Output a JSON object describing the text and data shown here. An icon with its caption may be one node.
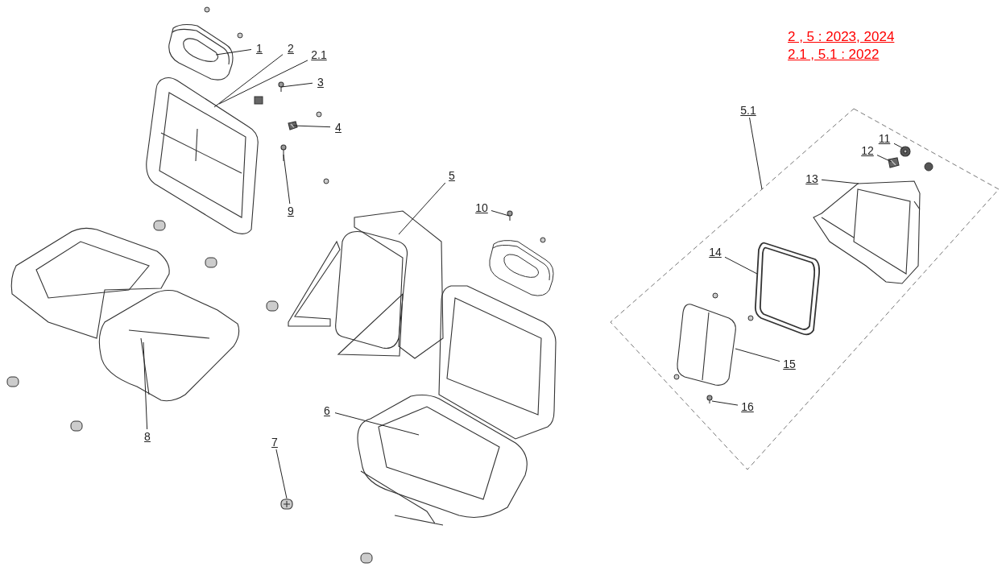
{
  "diagram": {
    "nodes": [
      {
        "text": [
          "1"
        ]
      },
      {
        "text": [],
        "shape": "picture"
      },
      {
        "text": [
          "2"
        ]
      },
      {
        "text": [
          "2.1"
        ]
      },
      {
        "text": [],
        "shape": "picture"
      },
      {
        "text": [
          "3"
        ]
      },
      {
        "text": [],
        "shape": "picture"
      },
      {
        "text": [
          "4"
        ]
      },
      {
        "text": [],
        "shape": "picture"
      },
      {
        "text": [
          "5"
        ]
      },
      {
        "text": [],
        "shape": "picture"
      },
      {
        "text": [
          "6"
        ]
      },
      {
        "text": [],
        "shape": "picture"
      },
      {
        "text": [
          "7"
        ]
      },
      {
        "text": [],
        "shape": "picture"
      },
      {
        "text": [
          "8"
        ]
      },
      {
        "text": [],
        "shape": "picture"
      },
      {
        "text": [
          "9"
        ]
      },
      {
        "text": [],
        "shape": "picture"
      },
      {
        "text": [
          "10"
        ]
      },
      {
        "text": [],
        "shape": "picture"
      },
      {
        "text": [
          "5.1"
        ]
      },
      {
        "text": [],
        "shape": "box"
      },
      {
        "text": [
          "11"
        ],
        "in": 22
      },
      {
        "text": [],
        "shape": "picture",
        "in": 22
      },
      {
        "text": [
          "12"
        ],
        "in": 22
      },
      {
        "text": [],
        "shape": "picture",
        "in": 22
      },
      {
        "text": [
          "13"
        ],
        "in": 22
      },
      {
        "text": [],
        "shape": "picture",
        "in": 22
      },
      {
        "text": [
          "14"
        ],
        "in": 22
      },
      {
        "text": [],
        "shape": "picture",
        "in": 22
      },
      {
        "text": [
          "15"
        ],
        "in": 22
      },
      {
        "text": [],
        "shape": "picture",
        "in": 22
      },
      {
        "text": [
          "16"
        ],
        "in": 22
      },
      {
        "text": [],
        "shape": "picture",
        "in": 22
      }
    ],
    "edges": [
      {
        "from": 0,
        "to": 1,
        "arrow": "none"
      },
      {
        "from": 2,
        "to": 4,
        "arrow": "none"
      },
      {
        "from": 3,
        "to": 4,
        "arrow": "none"
      },
      {
        "from": 5,
        "to": 6,
        "arrow": "none"
      },
      {
        "from": 7,
        "to": 8,
        "arrow": "none"
      },
      {
        "from": 9,
        "to": 10,
        "arrow": "none"
      },
      {
        "from": 11,
        "to": 12,
        "arrow": "none"
      },
      {
        "from": 13,
        "to": 14,
        "arrow": "none"
      },
      {
        "from": 15,
        "to": 16,
        "arrow": "none"
      },
      {
        "from": 17,
        "to": 18,
        "arrow": "none"
      },
      {
        "from": 19,
        "to": 20,
        "arrow": "none"
      },
      {
        "from": 21,
        "to": 22,
        "arrow": "none"
      },
      {
        "from": 23,
        "to": 24,
        "arrow": "none"
      },
      {
        "from": 25,
        "to": 26,
        "arrow": "none"
      },
      {
        "from": 27,
        "to": 28,
        "arrow": "none"
      },
      {
        "from": 29,
        "to": 30,
        "arrow": "none"
      },
      {
        "from": 31,
        "to": 32,
        "arrow": "none"
      },
      {
        "from": 33,
        "to": 34,
        "arrow": "none"
      }
    ],
    "labels": [
      "2 , 5 : 2023, 2024",
      "2.1 , 5.1 : 2022"
    ]
  }
}
